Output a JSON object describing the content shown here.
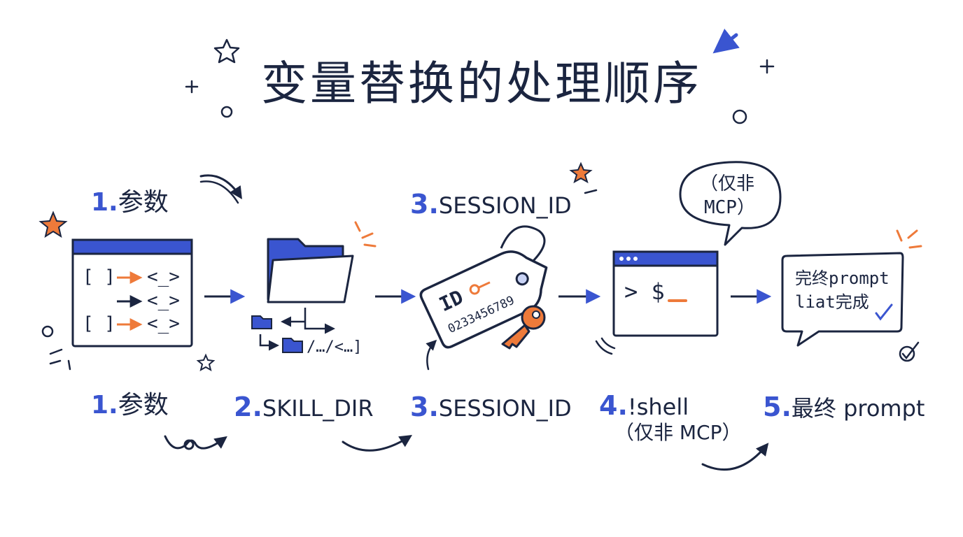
{
  "title": "变量替换的处理顺序",
  "top_row": {
    "step1": {
      "num": "1.",
      "label": "参数"
    },
    "step3": {
      "num": "3.",
      "label": "SESSION_ID"
    },
    "bubble": {
      "line1": "（仅非",
      "line2": "MCP）"
    },
    "args_window": {
      "row1_left": "[ ]",
      "row1_right": "<_>",
      "row2_right": "<_>",
      "row3_left": "[ ]",
      "row3_right": "<_>"
    },
    "folder_path": "/…/<…]",
    "tag": {
      "id": "ID",
      "number": "0233456789"
    },
    "terminal_prompt": "> $",
    "final_note": {
      "line1": "完终prompt",
      "line2": "liat完成"
    }
  },
  "bottom_row": [
    {
      "num": "1.",
      "label": "参数"
    },
    {
      "num": "2.",
      "label": "SKILL_DIR"
    },
    {
      "num": "3.",
      "label": "SESSION_ID"
    },
    {
      "num": "4.",
      "label": "!shell",
      "sublabel": "（仅非 MCP）"
    },
    {
      "num": "5.",
      "label": "最终 prompt"
    }
  ],
  "colors": {
    "ink": "#1b2540",
    "blue": "#3a55d0",
    "orange": "#ee7a3a",
    "pale_blue": "#c9d3f5"
  }
}
